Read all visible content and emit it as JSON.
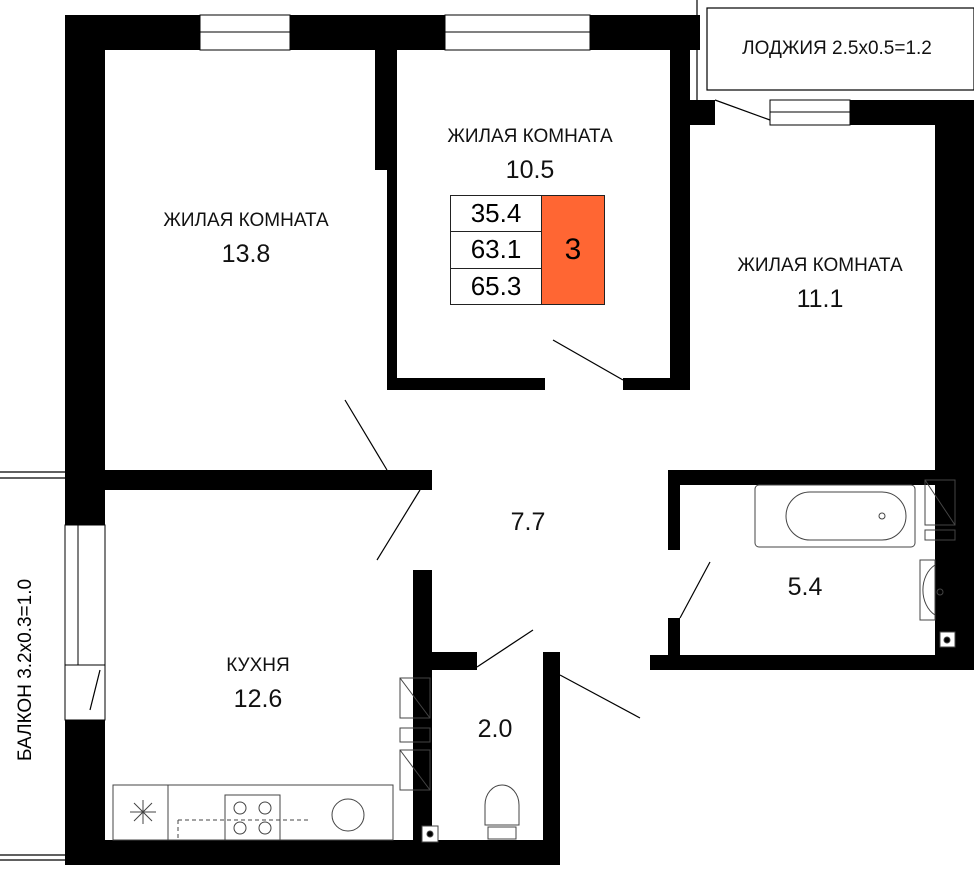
{
  "rooms": [
    {
      "name": "ЖИЛАЯ КОМНАТА",
      "area": "13.8"
    },
    {
      "name": "ЖИЛАЯ КОМНАТА",
      "area": "10.5"
    },
    {
      "name": "ЖИЛАЯ КОМНАТА",
      "area": "11.1"
    },
    {
      "name": "КУХНЯ",
      "area": "12.6"
    }
  ],
  "hall_area": "7.7",
  "bathroom_area": "5.4",
  "wc_area": "2.0",
  "loggia_label": "ЛОДЖИЯ 2.5х0.5=1.2",
  "balcony_label": "БАЛКОН 3.2х0.3=1.0",
  "summary": {
    "living_area": "35.4",
    "total_area": "63.1",
    "total_with_balconies": "65.3",
    "room_count": "3"
  },
  "colors": {
    "accent": "#ff6633",
    "wall": "#000000"
  }
}
